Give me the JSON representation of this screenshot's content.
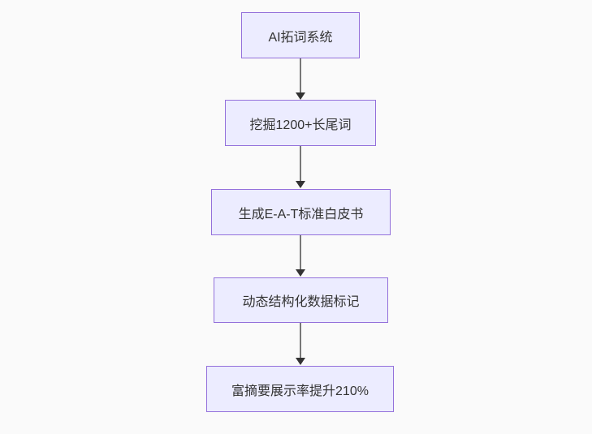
{
  "diagram": {
    "type": "flowchart",
    "direction": "top-down",
    "nodes": [
      {
        "label": "AI拓词系统"
      },
      {
        "label": "挖掘1200+长尾词"
      },
      {
        "label": "生成E-A-T标准白皮书"
      },
      {
        "label": "动态结构化数据标记"
      },
      {
        "label": "富摘要展示率提升210%"
      }
    ],
    "edges": [
      {
        "from": "AI拓词系统",
        "to": "挖掘1200+长尾词"
      },
      {
        "from": "挖掘1200+长尾词",
        "to": "生成E-A-T标准白皮书"
      },
      {
        "from": "生成E-A-T标准白皮书",
        "to": "动态结构化数据标记"
      },
      {
        "from": "动态结构化数据标记",
        "to": "富摘要展示率提升210%"
      }
    ],
    "colors": {
      "node_fill": "#ececff",
      "node_border": "#9370db",
      "node_text": "#333333",
      "edge_line": "#777777",
      "arrowhead": "#333333",
      "background": "#fafafa"
    }
  }
}
